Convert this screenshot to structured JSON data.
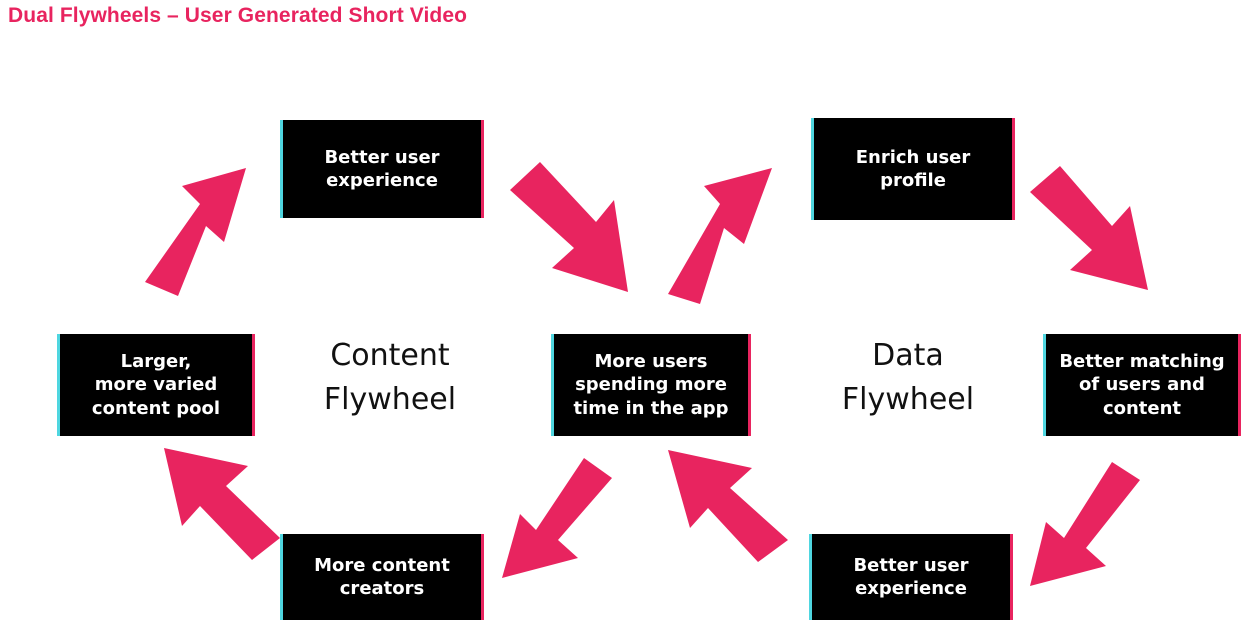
{
  "title": "Dual Flywheels – User Generated Short Video",
  "colors": {
    "accent": "#e8245f",
    "box_bg": "#000000",
    "box_text": "#ffffff",
    "edge_cyan": "#4fd6e0"
  },
  "content_flywheel": {
    "label": [
      "Content",
      "Flywheel"
    ],
    "top": [
      "Better user",
      "experience"
    ],
    "left": [
      "Larger,",
      "more varied",
      "content pool"
    ],
    "bottom": [
      "More content",
      "creators"
    ]
  },
  "shared_node": [
    "More users",
    "spending more",
    "time in the app"
  ],
  "data_flywheel": {
    "label": [
      "Data",
      "Flywheel"
    ],
    "top": [
      "Enrich user",
      "profile"
    ],
    "right": [
      "Better matching",
      "of users and",
      "content"
    ],
    "bottom": [
      "Better user",
      "experience"
    ]
  }
}
